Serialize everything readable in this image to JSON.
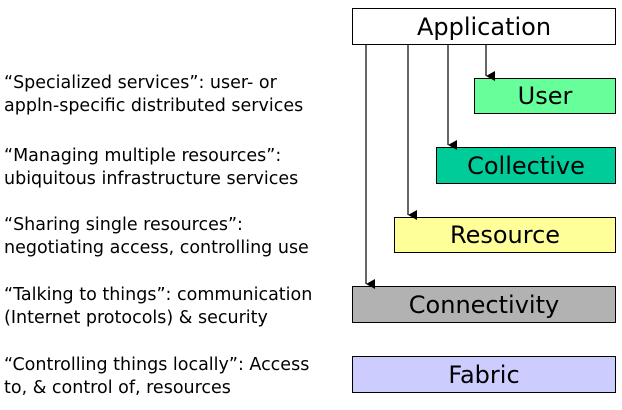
{
  "layers": [
    {
      "key": "application",
      "label": "Application",
      "color": "#ffffff"
    },
    {
      "key": "user",
      "label": "User",
      "color": "#66ff99"
    },
    {
      "key": "collective",
      "label": "Collective",
      "color": "#00cc99"
    },
    {
      "key": "resource",
      "label": "Resource",
      "color": "#ffff99"
    },
    {
      "key": "connectivity",
      "label": "Connectivity",
      "color": "#b2b2b2"
    },
    {
      "key": "fabric",
      "label": "Fabric",
      "color": "#ccccff"
    }
  ],
  "descriptions": [
    {
      "line1": "“Specialized services”: user- or",
      "line2": "appln-specific distributed services"
    },
    {
      "line1": "“Managing multiple resources”:",
      "line2": "ubiquitous infrastructure services"
    },
    {
      "line1": "“Sharing single resources”:",
      "line2": "negotiating access, controlling use"
    },
    {
      "line1": "“Talking to things”: communication",
      "line2": "(Internet protocols) & security"
    },
    {
      "line1": "“Controlling things locally”: Access",
      "line2": "to, & control of, resources"
    }
  ]
}
